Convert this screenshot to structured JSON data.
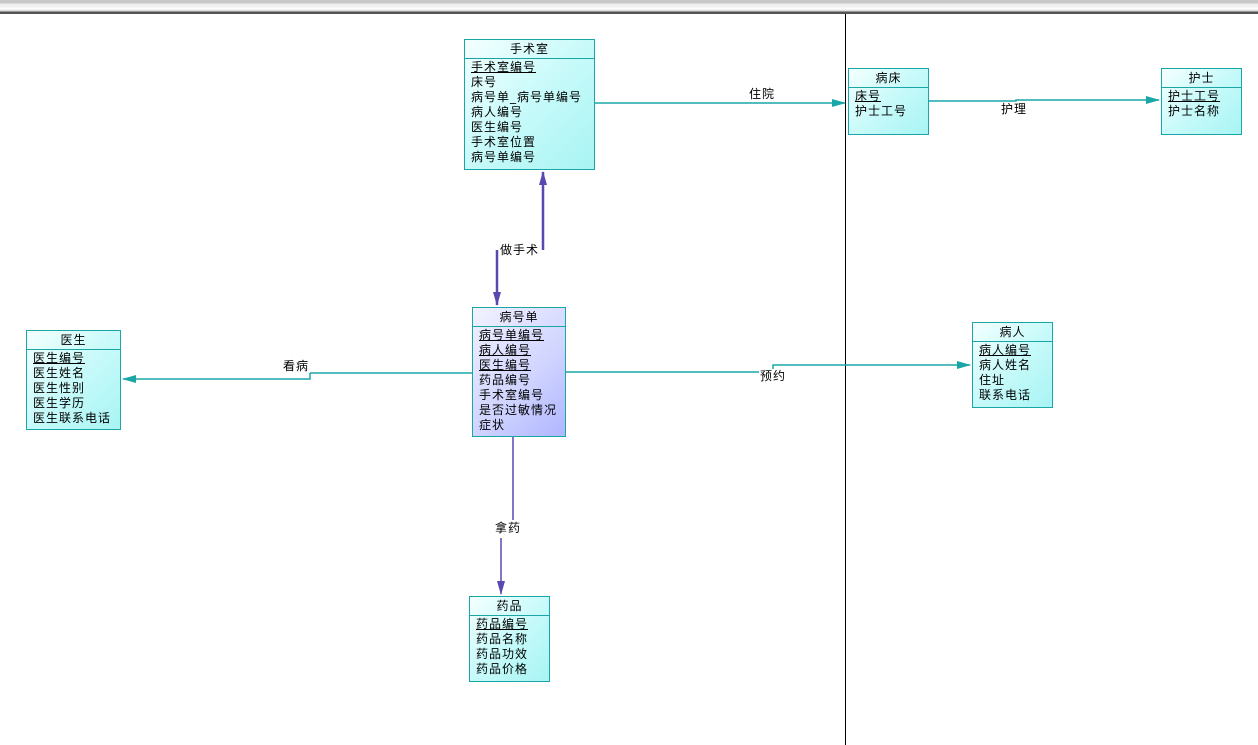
{
  "colors": {
    "entity_border": "#1aa6a6",
    "entity_fill": "#c8fafa",
    "selected_fill": "#c0c4ff",
    "link_teal": "#1aa6a6",
    "link_purple": "#5a48b0"
  },
  "entities": {
    "operating_room": {
      "title": "手术室",
      "attributes": [
        {
          "name": "手术室编号",
          "pk": true
        },
        {
          "name": "床号",
          "pk": false
        },
        {
          "name": "病号单_病号单编号",
          "pk": false
        },
        {
          "name": "病人编号",
          "pk": false
        },
        {
          "name": "医生编号",
          "pk": false
        },
        {
          "name": "手术室位置",
          "pk": false
        },
        {
          "name": "病号单编号",
          "pk": false
        }
      ]
    },
    "bed": {
      "title": "病床",
      "attributes": [
        {
          "name": "床号",
          "pk": true
        },
        {
          "name": "护士工号",
          "pk": false
        }
      ]
    },
    "nurse": {
      "title": "护士",
      "attributes": [
        {
          "name": "护士工号",
          "pk": true
        },
        {
          "name": "护士名称",
          "pk": false
        }
      ]
    },
    "doctor": {
      "title": "医生",
      "attributes": [
        {
          "name": "医生编号",
          "pk": true
        },
        {
          "name": "医生姓名",
          "pk": false
        },
        {
          "name": "医生性别",
          "pk": false
        },
        {
          "name": "医生学历",
          "pk": false
        },
        {
          "name": "医生联系电话",
          "pk": false
        }
      ]
    },
    "registration": {
      "title": "病号单",
      "selected": true,
      "attributes": [
        {
          "name": "病号单编号",
          "pk": true
        },
        {
          "name": "病人编号",
          "pk": true
        },
        {
          "name": "医生编号",
          "pk": true
        },
        {
          "name": "药品编号",
          "pk": false
        },
        {
          "name": "手术室编号",
          "pk": false
        },
        {
          "name": "是否过敏情况",
          "pk": false
        },
        {
          "name": "症状",
          "pk": false
        }
      ]
    },
    "patient": {
      "title": "病人",
      "attributes": [
        {
          "name": "病人编号",
          "pk": true
        },
        {
          "name": "病人姓名",
          "pk": false
        },
        {
          "name": "住址",
          "pk": false
        },
        {
          "name": "联系电话",
          "pk": false
        }
      ]
    },
    "medicine": {
      "title": "药品",
      "attributes": [
        {
          "name": "药品编号",
          "pk": true
        },
        {
          "name": "药品名称",
          "pk": false
        },
        {
          "name": "药品功效",
          "pk": false
        },
        {
          "name": "药品价格",
          "pk": false
        }
      ]
    }
  },
  "relationships": {
    "hospitalize": {
      "label": "住院",
      "from": "operating_room",
      "to": "bed"
    },
    "nursing": {
      "label": "护理",
      "from": "bed",
      "to": "nurse"
    },
    "surgery": {
      "label": "做手术",
      "from": "registration",
      "to": "operating_room"
    },
    "consult": {
      "label": "看病",
      "from": "registration",
      "to": "doctor"
    },
    "appointment": {
      "label": "预约",
      "from": "registration",
      "to": "patient"
    },
    "dispense": {
      "label": "拿药",
      "from": "registration",
      "to": "medicine"
    }
  }
}
